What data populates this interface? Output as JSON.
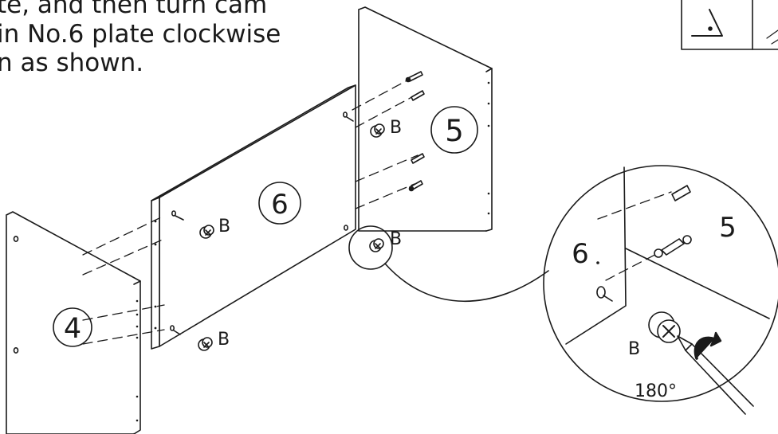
{
  "instruction": {
    "lines": [
      "te, and then turn cam",
      "in No.6 plate clockwise",
      "n as shown."
    ]
  },
  "panels": {
    "panel_4": "4",
    "panel_5": "5",
    "panel_6": "6"
  },
  "hardware": {
    "cam_lock_label": "B"
  },
  "detail": {
    "panel_6": "6",
    "panel_5": "5",
    "cam_lock_label": "B",
    "rotation": "180°"
  },
  "warning_box": {
    "icon": "warning-triangle-icon"
  }
}
